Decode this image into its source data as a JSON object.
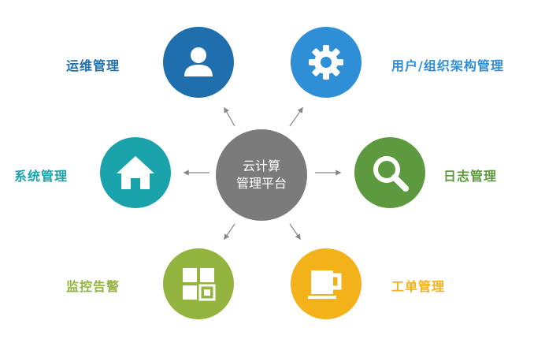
{
  "center": {
    "line1": "云计算",
    "line2": "管理平台",
    "color": "#7b7b7b"
  },
  "nodes": [
    {
      "id": "ops",
      "label": "运维管理",
      "color": "#1f6fae",
      "icon": "user-icon"
    },
    {
      "id": "org",
      "label": "用户/组织架构管理",
      "color": "#2e8fd6",
      "icon": "gear-icon"
    },
    {
      "id": "system",
      "label": "系统管理",
      "color": "#1ba3ab",
      "icon": "home-icon"
    },
    {
      "id": "log",
      "label": "日志管理",
      "color": "#5d9a3f",
      "icon": "search-icon"
    },
    {
      "id": "monitor",
      "label": "监控告警",
      "color": "#93b540",
      "icon": "grid-icon"
    },
    {
      "id": "ticket",
      "label": "工单管理",
      "color": "#f3b21a",
      "icon": "cup-icon"
    }
  ]
}
